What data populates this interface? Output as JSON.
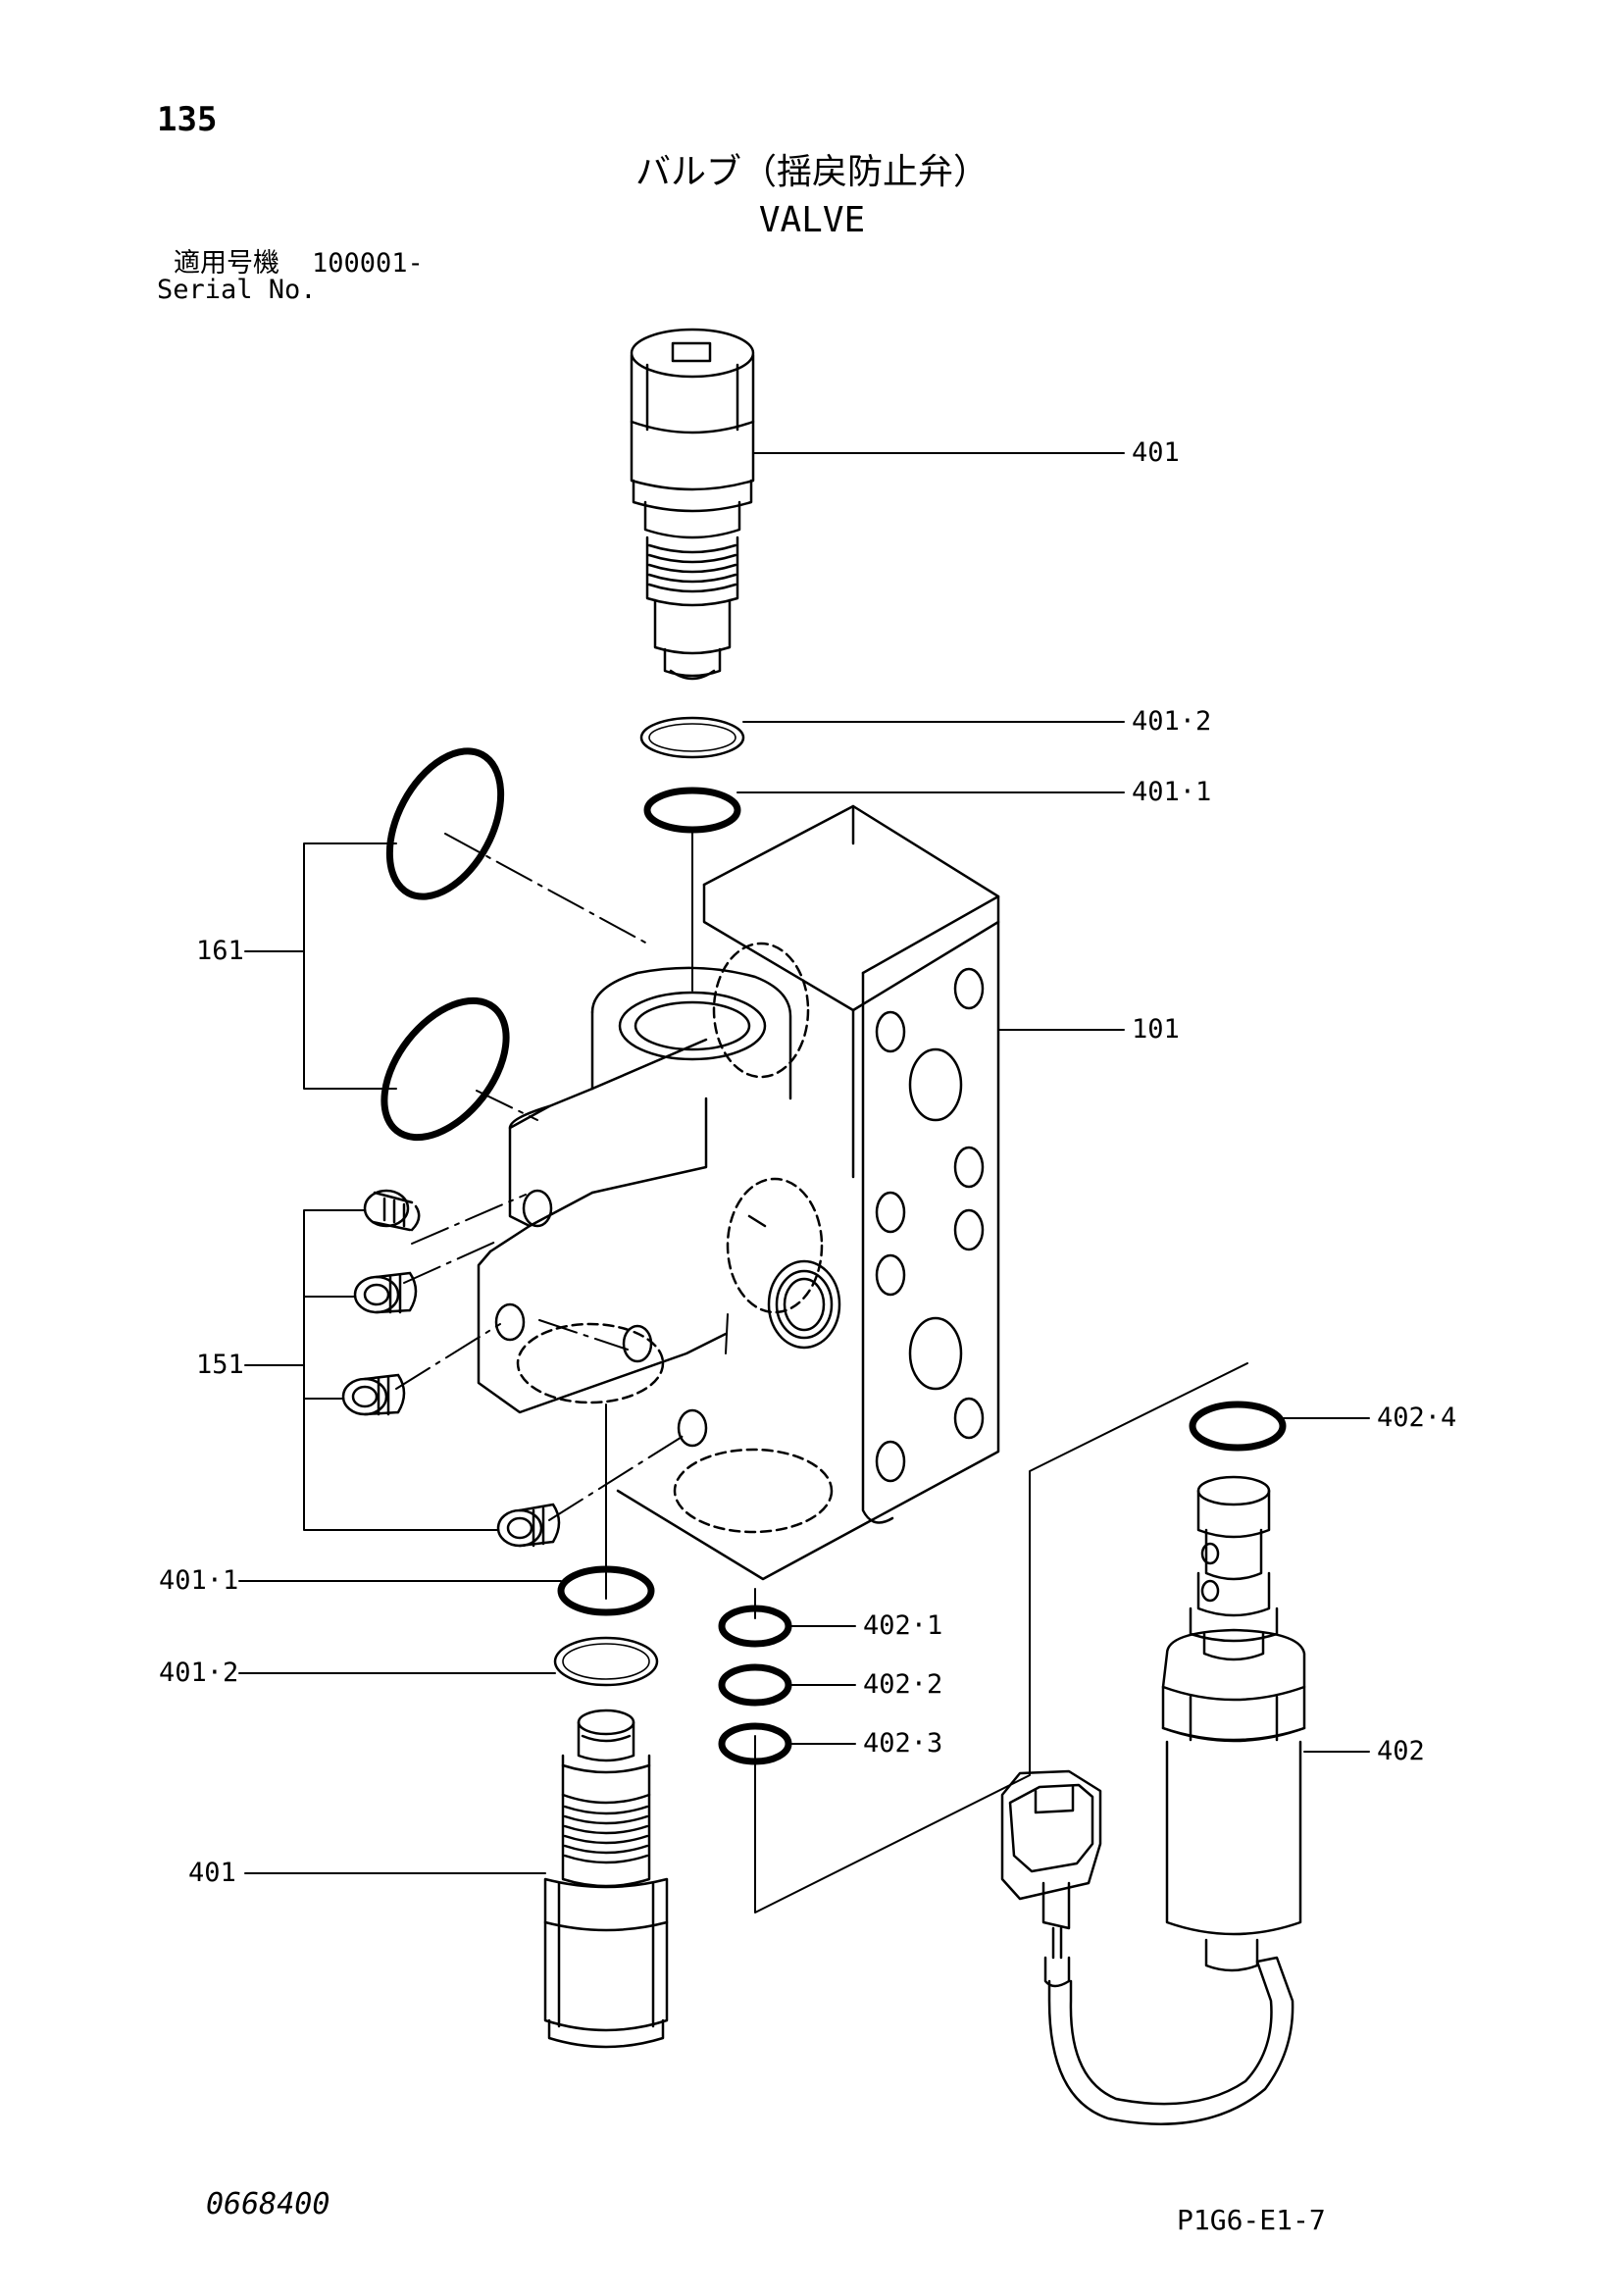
{
  "page": {
    "number": "135",
    "title_jp": "バルブ（揺戻防止弁）",
    "title_en": "VALVE",
    "serial_label_jp": "適用号機",
    "serial_value": "100001-",
    "serial_label_en": "Serial No.",
    "doc_number": "0668400",
    "page_code": "P1G6-E1-7"
  },
  "callouts": {
    "c401_top": "401",
    "c401_2_top": "401·2",
    "c401_1_top": "401·1",
    "c161": "161",
    "c101": "101",
    "c151": "151",
    "c402_4": "402·4",
    "c401_1_bottom": "401·1",
    "c401_2_bottom": "401·2",
    "c402_1": "402·1",
    "c402_2": "402·2",
    "c402_3": "402·3",
    "c402": "402",
    "c401_bottom": "401"
  },
  "colors": {
    "ink": "#000000",
    "paper": "#ffffff"
  }
}
